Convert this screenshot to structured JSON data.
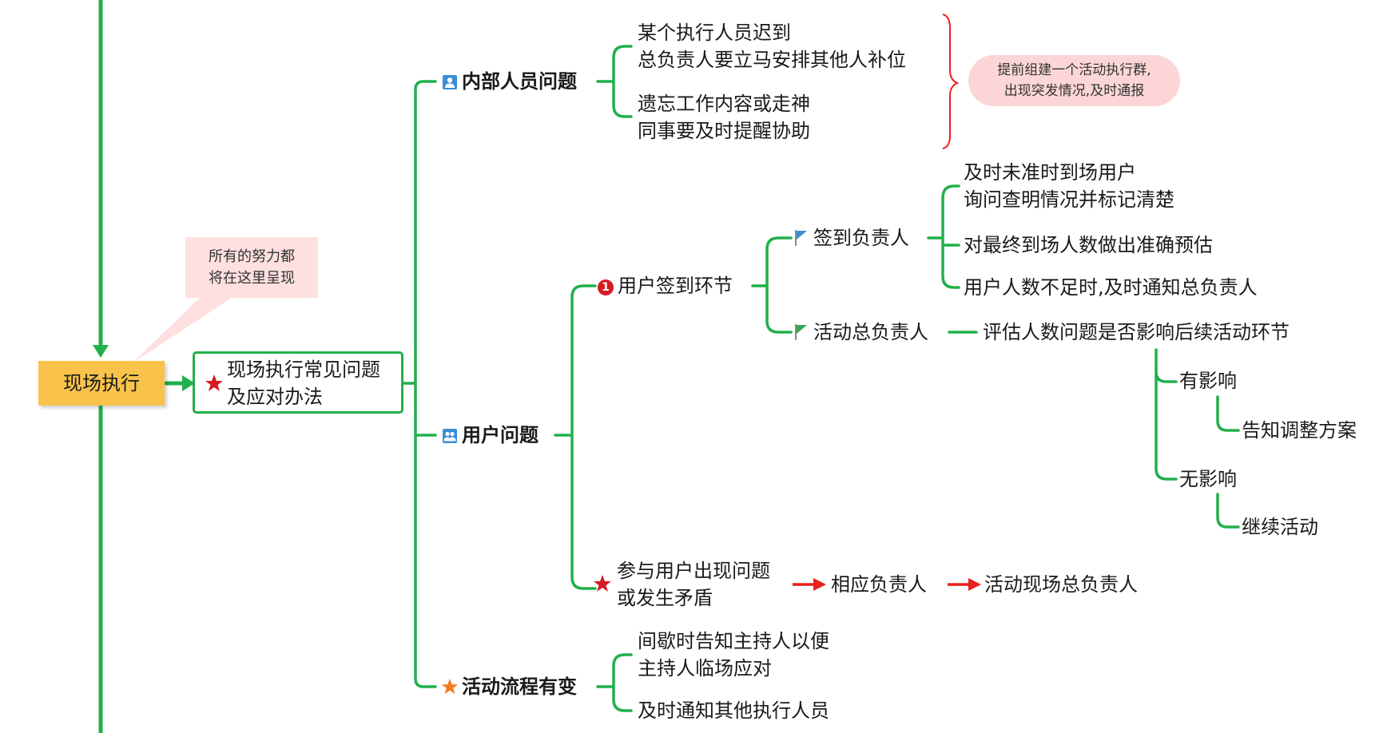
{
  "colors": {
    "branch": "#21b04b",
    "root": "#f9c34b",
    "arrow": "#e8201e",
    "bracket": "#e8201e",
    "callout": "#fde0df"
  },
  "root": {
    "label": "现场执行"
  },
  "callout_top": {
    "lines": [
      "所有的努力都",
      "将在这里呈现"
    ]
  },
  "main": {
    "lines": [
      "现场执行常见问题",
      "及应对办法"
    ],
    "icon": "red-star-icon"
  },
  "internal": {
    "title": "内部人员问题",
    "icon": "person-icon",
    "items": [
      {
        "lines": [
          "某个执行人员迟到",
          "总负责人要立马安排其他人补位"
        ]
      },
      {
        "lines": [
          "遗忘工作内容或走神",
          "同事要及时提醒协助"
        ]
      }
    ],
    "note": {
      "lines": [
        "提前组建一个活动执行群,",
        "出现突发情况,及时通报"
      ]
    }
  },
  "user": {
    "title": "用户问题",
    "icon": "group-icon",
    "checkin": {
      "title": "用户签到环节",
      "icon_num": "1",
      "signer": {
        "title": "签到负责人",
        "icon": "blue-flag-icon",
        "items": [
          "及时未准时到场用户",
          "询问查明情况并标记清楚",
          "对最终到场人数做出准确预估",
          "用户人数不足时,及时通知总负责人"
        ]
      },
      "manager": {
        "title": "活动总负责人",
        "icon": "green-flag-icon",
        "eval": "评估人数问题是否影响后续活动环节",
        "yes": "有影响",
        "yes_action": "告知调整方案",
        "no": "无影响",
        "no_action": "继续活动"
      }
    },
    "conflict": {
      "lines": [
        "参与用户出现问题",
        "或发生矛盾"
      ],
      "icon": "red-star-icon",
      "step1": "相应负责人",
      "step2": "活动现场总负责人"
    }
  },
  "flow": {
    "title": "活动流程有变",
    "icon": "orange-star-icon",
    "items": [
      {
        "lines": [
          "间歇时告知主持人以便",
          "主持人临场应对"
        ]
      },
      {
        "lines": [
          "及时通知其他执行人员"
        ]
      }
    ]
  }
}
